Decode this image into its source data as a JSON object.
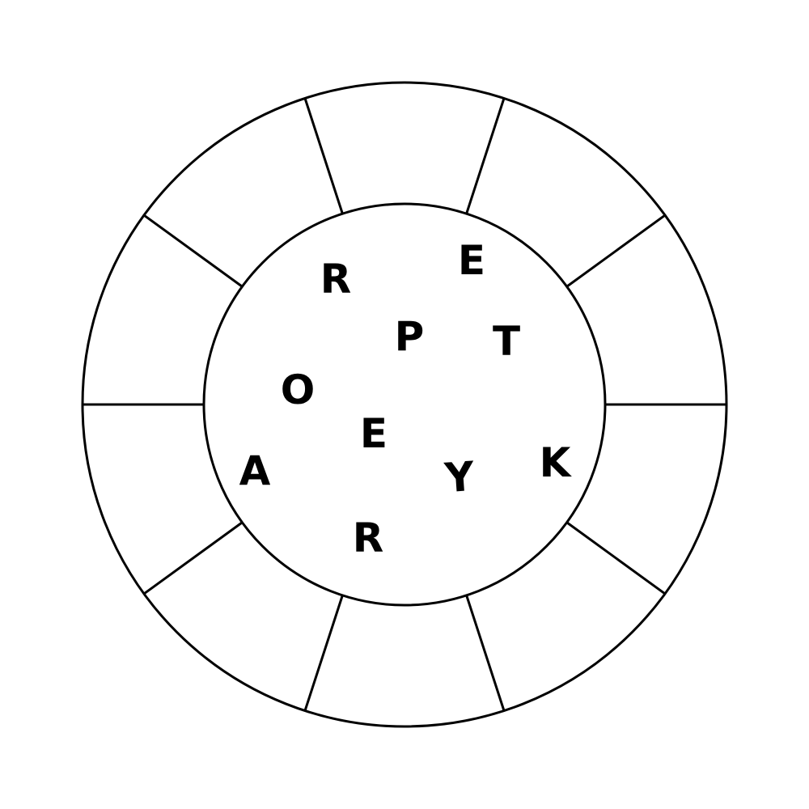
{
  "puzzle": {
    "letters": [
      "R",
      "E",
      "P",
      "T",
      "O",
      "E",
      "A",
      "Y",
      "K",
      "R"
    ],
    "segment_count": 10,
    "stroke_color": "#000000",
    "background_color": "#ffffff"
  }
}
